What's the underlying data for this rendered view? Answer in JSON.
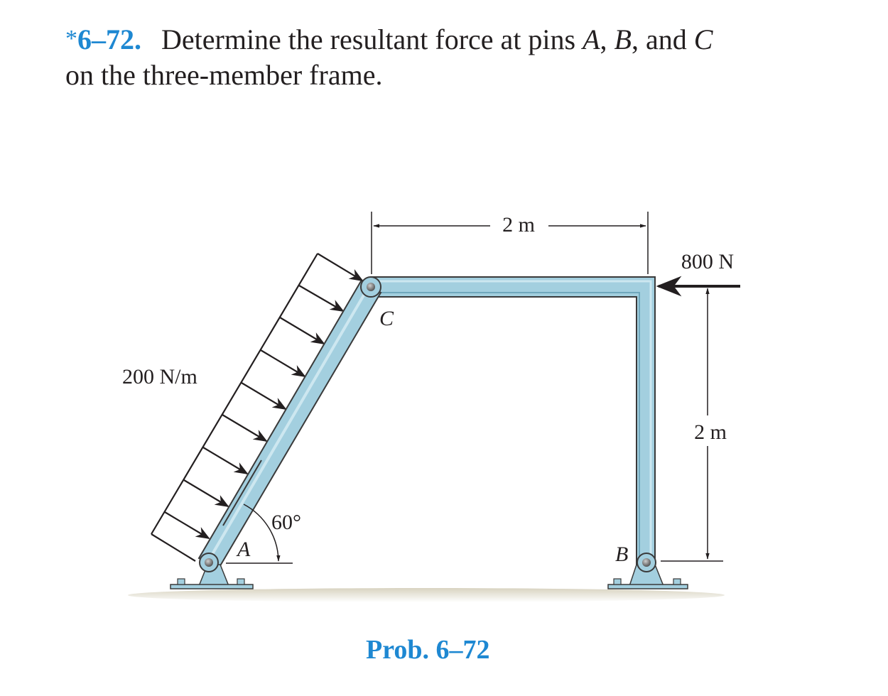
{
  "problem": {
    "star": "*",
    "number": "6–72.",
    "text_1": "Determine the resultant force at pins ",
    "pin_a": "A",
    "sep_1": ", ",
    "pin_b": "B",
    "sep_2": ", and ",
    "pin_c": "C",
    "text_2": "on the three-member frame."
  },
  "figure": {
    "labels": {
      "distributed_load": "200 N/m",
      "point_load": "800 N",
      "span_horizontal": "2 m",
      "span_vertical": "2 m",
      "angle": "60°",
      "pin_a": "A",
      "pin_b": "B",
      "pin_c": "C"
    },
    "colors": {
      "member_fill": "#a3cfdf",
      "member_highlight": "#cde7f0",
      "member_edge": "#3a3a3a",
      "ground": "#d8d3c0",
      "accent": "#1e88d2"
    }
  },
  "caption": "Prob. 6–72"
}
